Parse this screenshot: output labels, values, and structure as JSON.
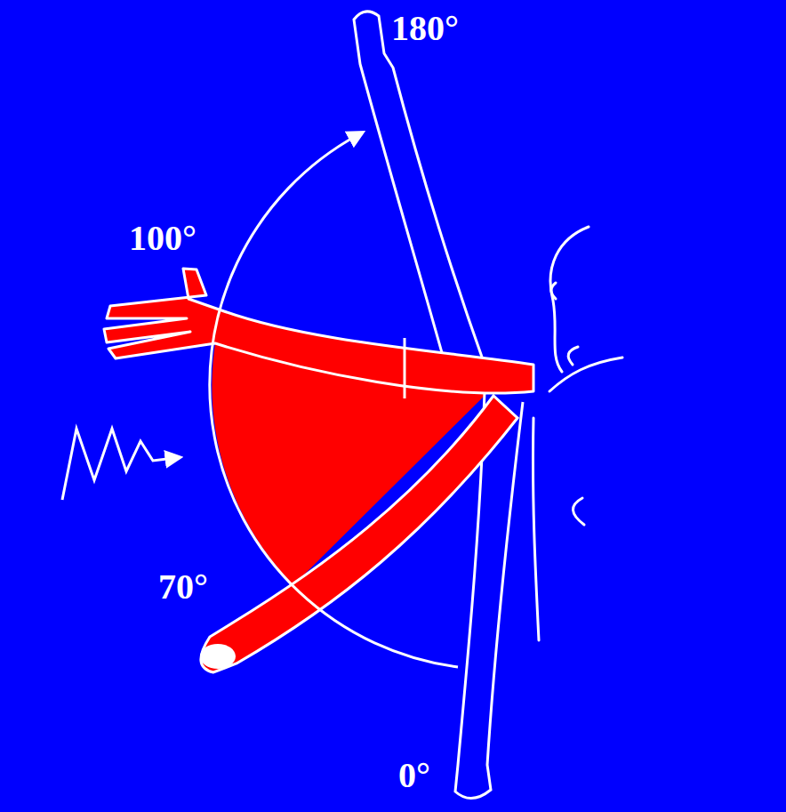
{
  "diagram": {
    "labels": [
      "180°",
      "100°",
      "70°",
      "0°"
    ]
  }
}
